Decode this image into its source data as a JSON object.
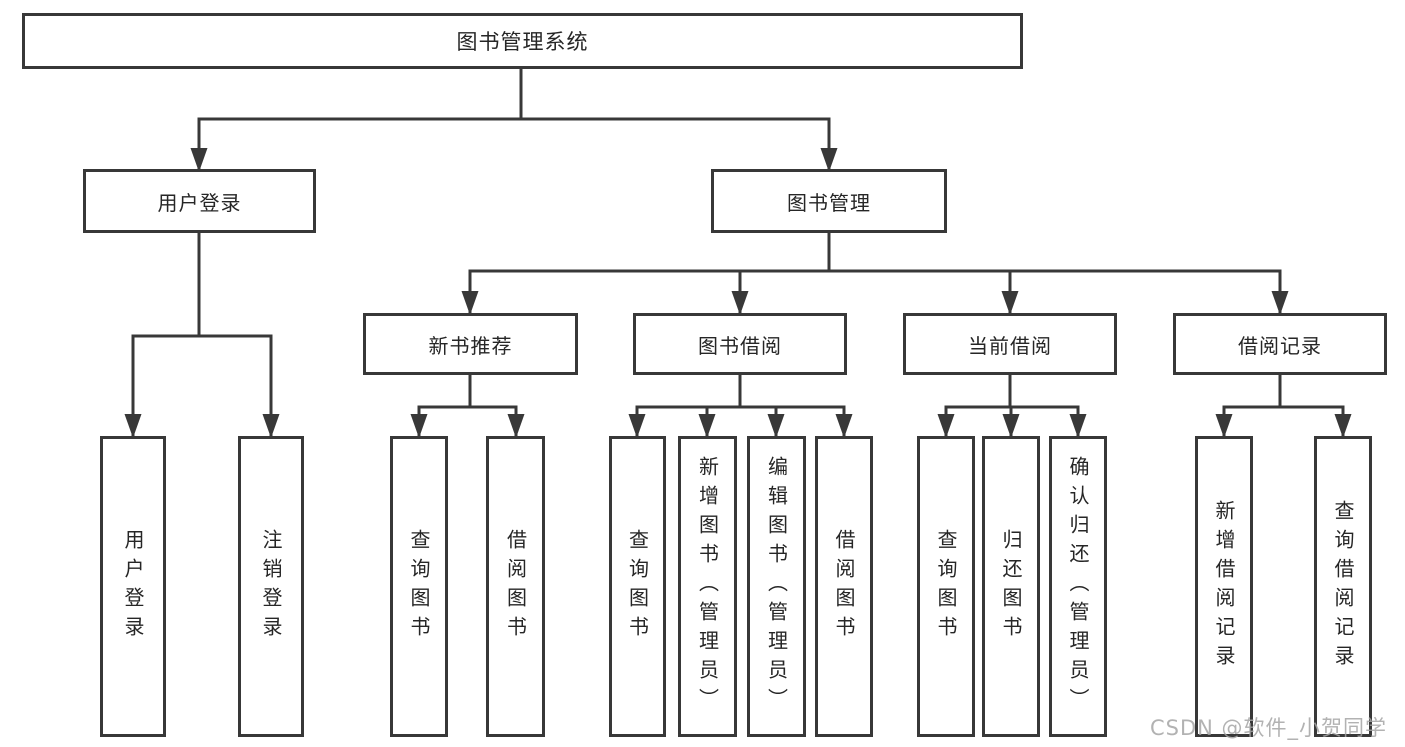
{
  "nodes": {
    "root": "图书管理系统",
    "user_login": "用户登录",
    "book_mgmt": "图书管理",
    "new_books": "新书推荐",
    "book_borrow": "图书借阅",
    "current_borrow": "当前借阅",
    "borrow_records": "借阅记录",
    "ul1": "用户登录",
    "ul2": "注销登录",
    "nb1": "查询图书",
    "nb2": "借阅图书",
    "bb1": "查询图书",
    "bb2": "新增图书（管理员）",
    "bb3": "编辑图书（管理员）",
    "bb4": "借阅图书",
    "cb1": "查询图书",
    "cb2": "归还图书",
    "cb3": "确认归还（管理员）",
    "br1": "新增借阅记录",
    "br2": "查询借阅记录"
  },
  "watermark": "CSDN @软件_小贺同学",
  "colors": {
    "line": "#383838",
    "border": "#383838",
    "text": "#262626",
    "watermark": "#a5a5a5",
    "background": "#ffffff"
  }
}
